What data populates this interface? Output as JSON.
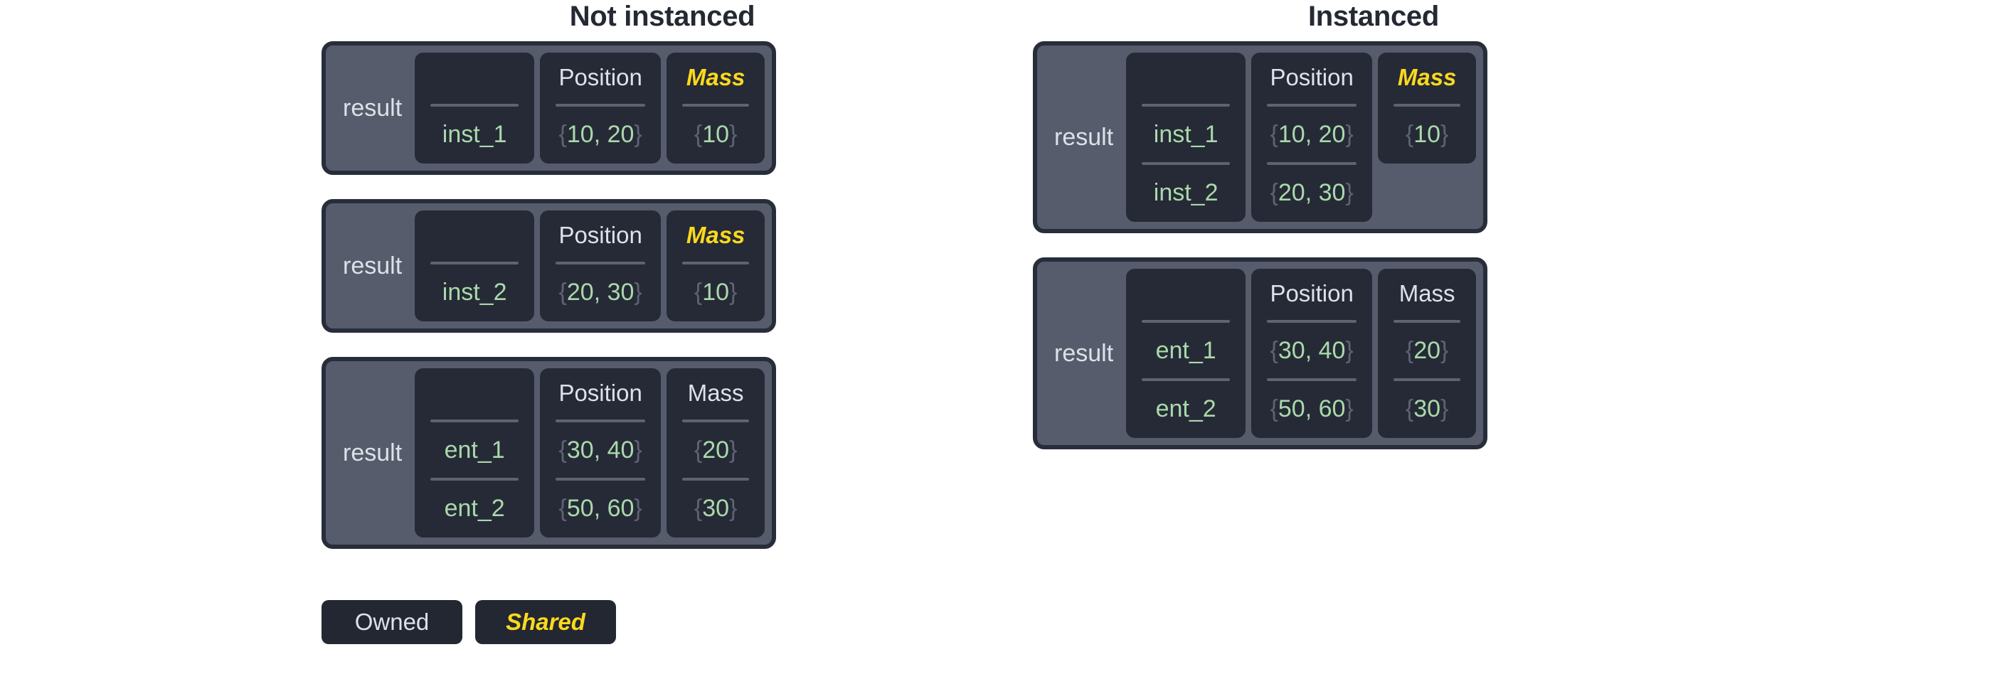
{
  "legend": {
    "owned_label": "Owned",
    "shared_label": "Shared"
  },
  "colors": {
    "page_background": "#ffffff",
    "title": "#242933",
    "card_fill": "#565c6c",
    "card_border": "#282d3a",
    "cell_fill": "#262a36",
    "owned_text": "#dde1e8",
    "shared_text": "#fbd91d",
    "value_text": "#a9d9ab",
    "brace_text": "#5c6373",
    "divider": "#5c6373"
  },
  "columns": [
    {
      "title": "Not instanced",
      "tables": [
        {
          "row_label": "result",
          "fields": [
            {
              "header": "",
              "shared": false,
              "values": [
                "inst_1"
              ]
            },
            {
              "header": "Position",
              "shared": false,
              "values": [
                "{10, 20}"
              ]
            },
            {
              "header": "Mass",
              "shared": true,
              "values": [
                "{10}"
              ]
            }
          ]
        },
        {
          "row_label": "result",
          "fields": [
            {
              "header": "",
              "shared": false,
              "values": [
                "inst_2"
              ]
            },
            {
              "header": "Position",
              "shared": false,
              "values": [
                "{20, 30}"
              ]
            },
            {
              "header": "Mass",
              "shared": true,
              "values": [
                "{10}"
              ]
            }
          ]
        },
        {
          "row_label": "result",
          "fields": [
            {
              "header": "",
              "shared": false,
              "values": [
                "ent_1",
                "ent_2"
              ]
            },
            {
              "header": "Position",
              "shared": false,
              "values": [
                "{30, 40}",
                "{50, 60}"
              ]
            },
            {
              "header": "Mass",
              "shared": false,
              "values": [
                "{20}",
                "{30}"
              ]
            }
          ]
        }
      ]
    },
    {
      "title": "Instanced",
      "tables": [
        {
          "row_label": "result",
          "fields": [
            {
              "header": "",
              "shared": false,
              "values": [
                "inst_1",
                "inst_2"
              ]
            },
            {
              "header": "Position",
              "shared": false,
              "values": [
                "{10, 20}",
                "{20, 30}"
              ]
            },
            {
              "header": "Mass",
              "shared": true,
              "values": [
                "{10}"
              ]
            }
          ]
        },
        {
          "row_label": "result",
          "fields": [
            {
              "header": "",
              "shared": false,
              "values": [
                "ent_1",
                "ent_2"
              ]
            },
            {
              "header": "Position",
              "shared": false,
              "values": [
                "{30, 40}",
                "{50, 60}"
              ]
            },
            {
              "header": "Mass",
              "shared": false,
              "values": [
                "{20}",
                "{30}"
              ]
            }
          ]
        }
      ]
    }
  ]
}
